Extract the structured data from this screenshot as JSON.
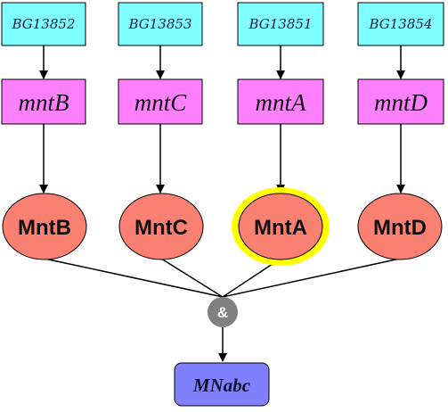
{
  "colors": {
    "gene_fill": "#7fffff",
    "mrna_fill": "#ff80ff",
    "protein_fill": "#fa8072",
    "highlight_ring": "#ffff00",
    "and_fill": "#808080",
    "complex_fill": "#8080ff"
  },
  "columns": [
    {
      "gene": "BG13852",
      "mrna": "mntB",
      "protein": "MntB",
      "highlighted": false
    },
    {
      "gene": "BG13853",
      "mrna": "mntC",
      "protein": "MntC",
      "highlighted": false
    },
    {
      "gene": "BG13851",
      "mrna": "mntA",
      "protein": "MntA",
      "highlighted": true
    },
    {
      "gene": "BG13854",
      "mrna": "mntD",
      "protein": "MntD",
      "highlighted": false
    }
  ],
  "junction": {
    "label": "&"
  },
  "complex": {
    "label": "MNabc"
  }
}
